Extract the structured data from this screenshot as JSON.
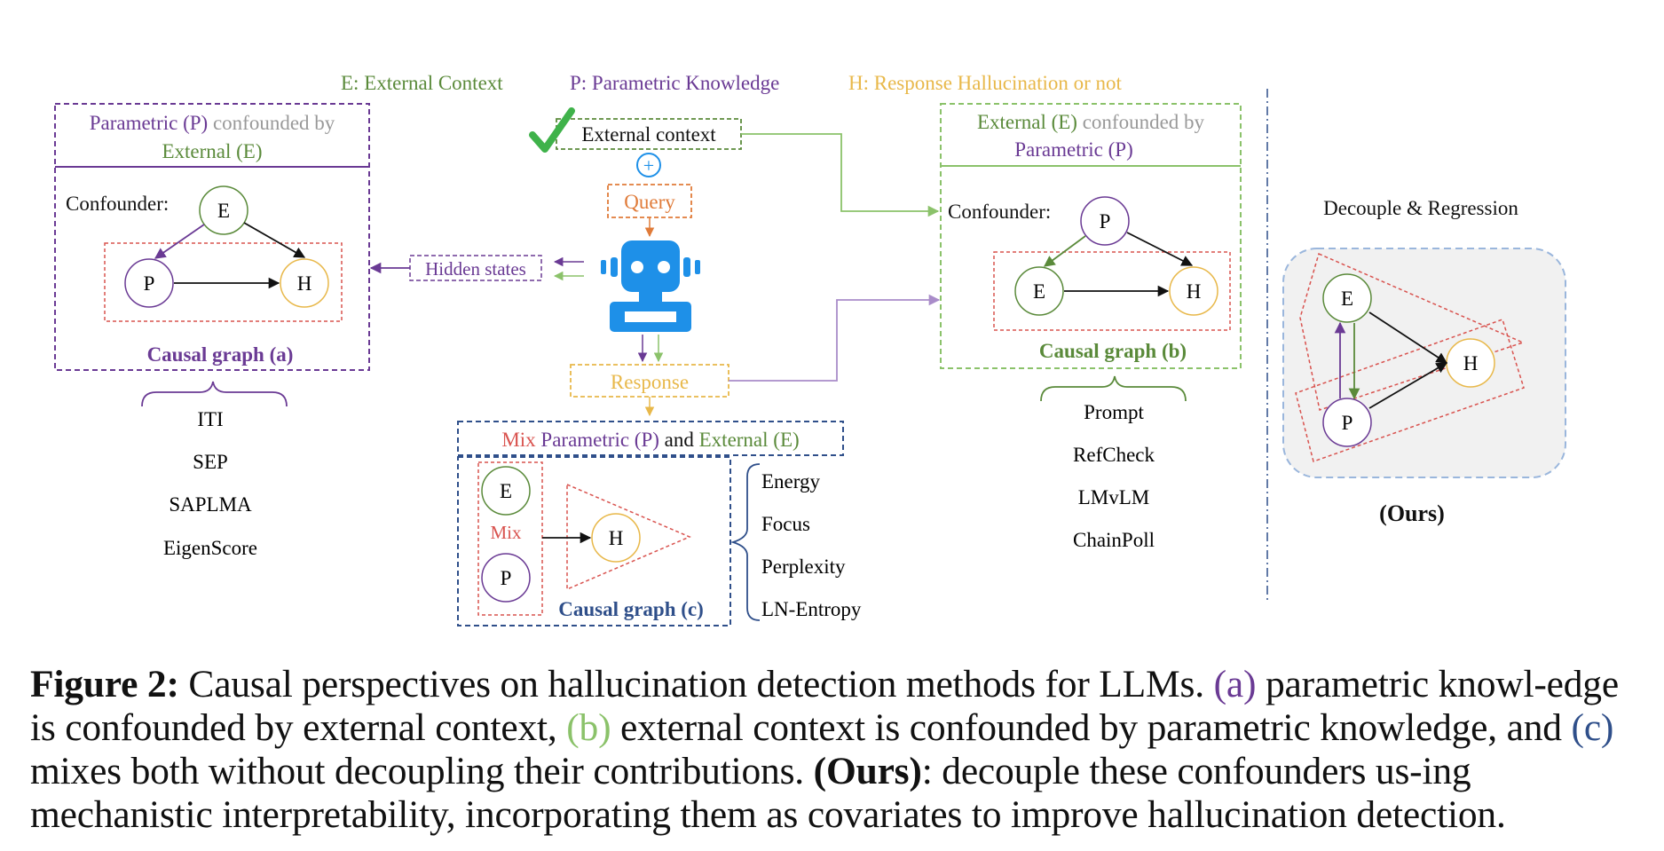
{
  "legend": {
    "e": "E: External Context",
    "p": "P: Parametric Knowledge",
    "h": "H: Response Hallucination or not"
  },
  "panel_a": {
    "title_part1": "Parametric (P)",
    "title_part2": " confounded by",
    "title_line2": "External (E)",
    "confounder": "Confounder:",
    "node_e": "E",
    "node_p": "P",
    "node_h": "H",
    "caption": "Causal graph (a)",
    "methods": [
      "ITI",
      "SEP",
      "SAPLMA",
      "EigenScore"
    ]
  },
  "center": {
    "external_context": "External context",
    "plus": "+",
    "query": "Query",
    "hidden_states": "Hidden states",
    "response": "Response"
  },
  "panel_b": {
    "title_part1": "External (E)",
    "title_part2": " confounded by",
    "title_line2": "Parametric (P)",
    "confounder": "Confounder:",
    "node_p": "P",
    "node_e": "E",
    "node_h": "H",
    "caption": "Causal graph (b)",
    "methods": [
      "Prompt",
      "RefCheck",
      "LMvLM",
      "ChainPoll"
    ]
  },
  "panel_c": {
    "title_mix": "Mix",
    "title_p": " Parametric (P)",
    "title_and": " and",
    "title_e": " External (E)",
    "node_e": "E",
    "mix": "Mix",
    "node_p": "P",
    "node_h": "H",
    "caption": "Causal graph (c)",
    "methods": [
      "Energy",
      "Focus",
      "Perplexity",
      "LN-Entropy"
    ]
  },
  "ours": {
    "title": "Decouple & Regression",
    "node_e": "E",
    "node_p": "P",
    "node_h": "H",
    "label": "(Ours)"
  },
  "caption": {
    "fig_label": "Figure 2:",
    "t1": " Causal perspectives on hallucination detection methods for LLMs. ",
    "a": "(a)",
    "t2": " parametric knowl-edge is confounded by external context, ",
    "b": "(b)",
    "t3": " external context is confounded by parametric knowledge, and ",
    "c": "(c)",
    "t4": " mixes both without decoupling their contributions. ",
    "ours": "(Ours)",
    "t5": ": decouple these confounders us-ing mechanistic interpretability, incorporating them as covariates to improve hallucination detection."
  },
  "colors": {
    "purple": "#6a3a94",
    "green": "#5a8a3a",
    "light_green": "#8bc26a",
    "orange": "#e07b39",
    "yellow": "#e8b84a",
    "blue": "#2f4f8a",
    "red": "#d9534f",
    "gray": "#999999",
    "robot": "#1e90e8"
  }
}
